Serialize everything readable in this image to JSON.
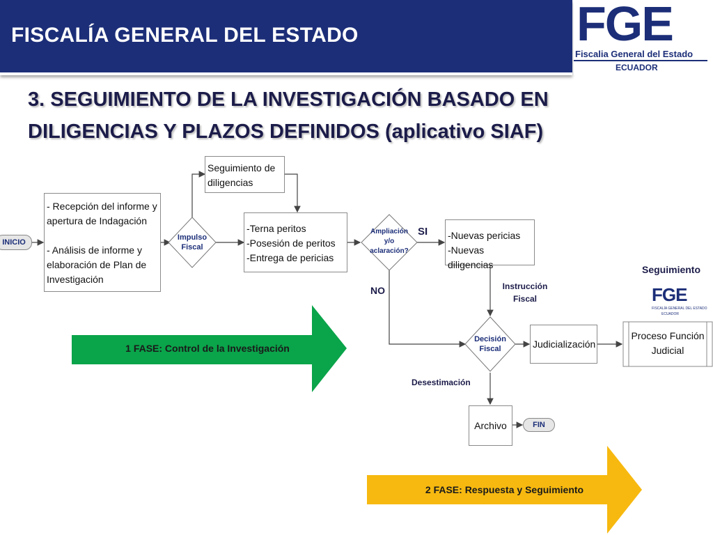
{
  "header": {
    "title": "FISCALÍA GENERAL DEL ESTADO",
    "logo_text": "FGE",
    "logo_subtitle": "Fiscalia General del Estado",
    "logo_country": "ECUADOR"
  },
  "slide": {
    "title_line1": "3. SEGUIMIENTO DE LA INVESTIGACIÓN BASADO EN",
    "title_line2": "DILIGENCIAS Y PLAZOS DEFINIDOS (aplicativo SIAF)"
  },
  "flow": {
    "inicio": "INICIO",
    "fin": "FIN",
    "recepcion_line1": "- Recepción del informe y",
    "recepcion_line2": "apertura de Indagación",
    "analisis_line1": "- Análisis de informe y",
    "analisis_line2": "elaboración de Plan de",
    "analisis_line3": "Investigación",
    "impulso_line1": "Impulso",
    "impulso_line2": "Fiscal",
    "seguimiento_line1": "Seguimiento de",
    "seguimiento_line2": "diligencias",
    "terna_line1": "-Terna peritos",
    "terna_line2": "-Posesión de peritos",
    "terna_line3": "-Entrega de pericias",
    "ampliacion_line1": "Ampliación",
    "ampliacion_line2": "y/o",
    "ampliacion_line3": "aclaración?",
    "si": "SI",
    "no": "NO",
    "nuevas_line1": "-Nuevas pericias",
    "nuevas_line2": "-Nuevas diligencias",
    "instruccion_line1": "Instrucción",
    "instruccion_line2": "Fiscal",
    "decision_line1": "Decisión",
    "decision_line2": "Fiscal",
    "judicializacion": "Judicialización",
    "proceso_line1": "Proceso Función",
    "proceso_line2": "Judicial",
    "seguimiento_label": "Seguimiento",
    "desestimacion": "Desestimación",
    "archivo": "Archivo",
    "mini_logo": "FGE",
    "mini_logo_sub": "FISCALÍA GENERAL DEL ESTADO",
    "mini_logo_country": "ECUADOR"
  },
  "phases": {
    "phase1": "1 FASE: Control de la Investigación",
    "phase2": "2 FASE: Respuesta y Seguimiento",
    "phase1_color": "#0aa44a",
    "phase2_color": "#f7b910"
  },
  "colors": {
    "header_bg": "#1c2e78",
    "title_text": "#1c1c4a"
  }
}
